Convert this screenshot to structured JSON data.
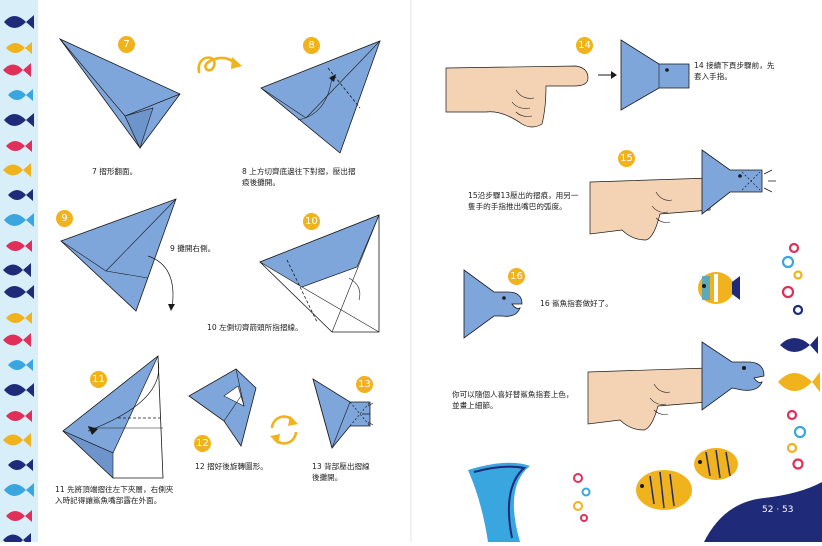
{
  "colors": {
    "paper": "#7fa6db",
    "stroke": "#1a1a1a",
    "badge": "#f0b21d",
    "skin": "#f4d2b4",
    "wave": "#1f2a78",
    "fin": "#3aa6e0"
  },
  "steps": [
    {
      "num": "7",
      "caption": "7 摺形翻面。"
    },
    {
      "num": "8",
      "caption": "8 上方切齊底邊往下對摺，壓出摺\n痕後攤開。"
    },
    {
      "num": "9",
      "caption": "9 攤開右側。"
    },
    {
      "num": "10",
      "caption": "10 左側切齊箭頭所指摺線。"
    },
    {
      "num": "11",
      "caption": "11 先將頂端摺往左下夾層，右側夾\n入時記得讓鯊魚嘴部露在外面。"
    },
    {
      "num": "12",
      "caption": "12 摺好後旋轉圖形。"
    },
    {
      "num": "13",
      "caption": "13 背部壓出摺線\n後攤開。"
    },
    {
      "num": "14",
      "caption": "14 接續下頁步驟前，先\n套入手指。"
    },
    {
      "num": "15",
      "caption": "15沿步驟13壓出的摺痕，用另一\n隻手的手指推出嘴巴的弧度。"
    },
    {
      "num": "16",
      "caption": "16 鯊魚指套做好了。"
    }
  ],
  "note": "你可以隨個人喜好替鯊魚指套上色，\n並畫上細節。",
  "page_numbers": "52 · 53",
  "icons": {
    "flip": "flip-arrow-icon",
    "rotate": "rotate-arrows-icon"
  }
}
